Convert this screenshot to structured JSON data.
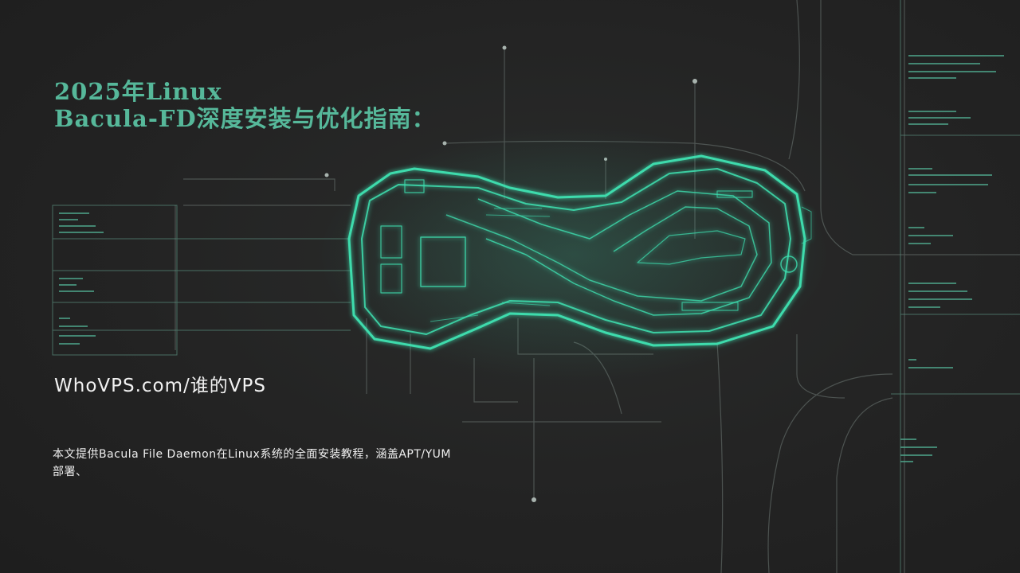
{
  "title": {
    "line1": "2025年Linux",
    "line2": "Bacula-FD深度安装与优化指南："
  },
  "site_label": "WhoVPS.com/谁的VPS",
  "description": "本文提供Bacula File Daemon在Linux系统的全面安装教程，涵盖APT/YUM部署、",
  "colors": {
    "background": "#222222",
    "title": "#56b89a",
    "circuit_glow": "#3de0b0",
    "text": "#f0f0f0"
  }
}
